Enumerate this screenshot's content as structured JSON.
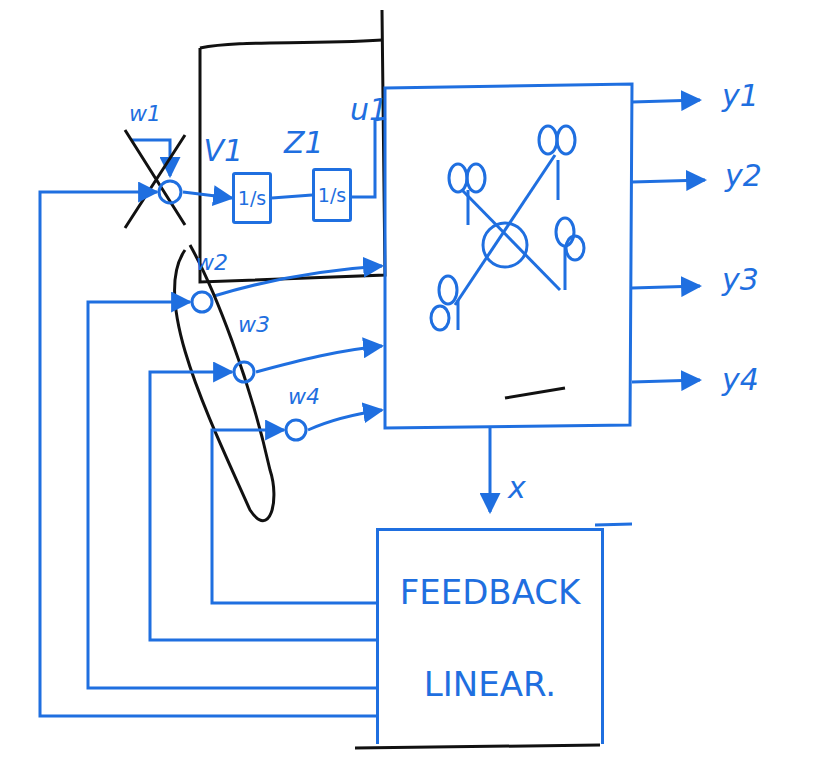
{
  "diagram": {
    "nodes": [
      {
        "text": [
          "w1"
        ]
      },
      {
        "text": [
          "1/s"
        ]
      },
      {
        "text": [
          "1/s"
        ]
      },
      {
        "text": [
          "w2"
        ]
      },
      {
        "text": [
          "w3"
        ]
      },
      {
        "text": [
          "w4"
        ]
      },
      {
        "text": [
          "FEEDBACK LINEAR."
        ]
      }
    ],
    "edges": [
      {
        "from": 0,
        "to": 1,
        "label": "V1",
        "arrow": "to"
      },
      {
        "from": 1,
        "to": 2,
        "label": "Z1",
        "arrow": "none"
      },
      {
        "from": 6,
        "to": 0,
        "arrow": "to"
      },
      {
        "from": 6,
        "to": 3,
        "arrow": "to"
      },
      {
        "from": 6,
        "to": 4,
        "arrow": "to"
      },
      {
        "from": 6,
        "to": 5,
        "arrow": "to"
      }
    ],
    "labels": [
      "u1",
      "x",
      "y1",
      "y2",
      "y3",
      "y4"
    ]
  }
}
